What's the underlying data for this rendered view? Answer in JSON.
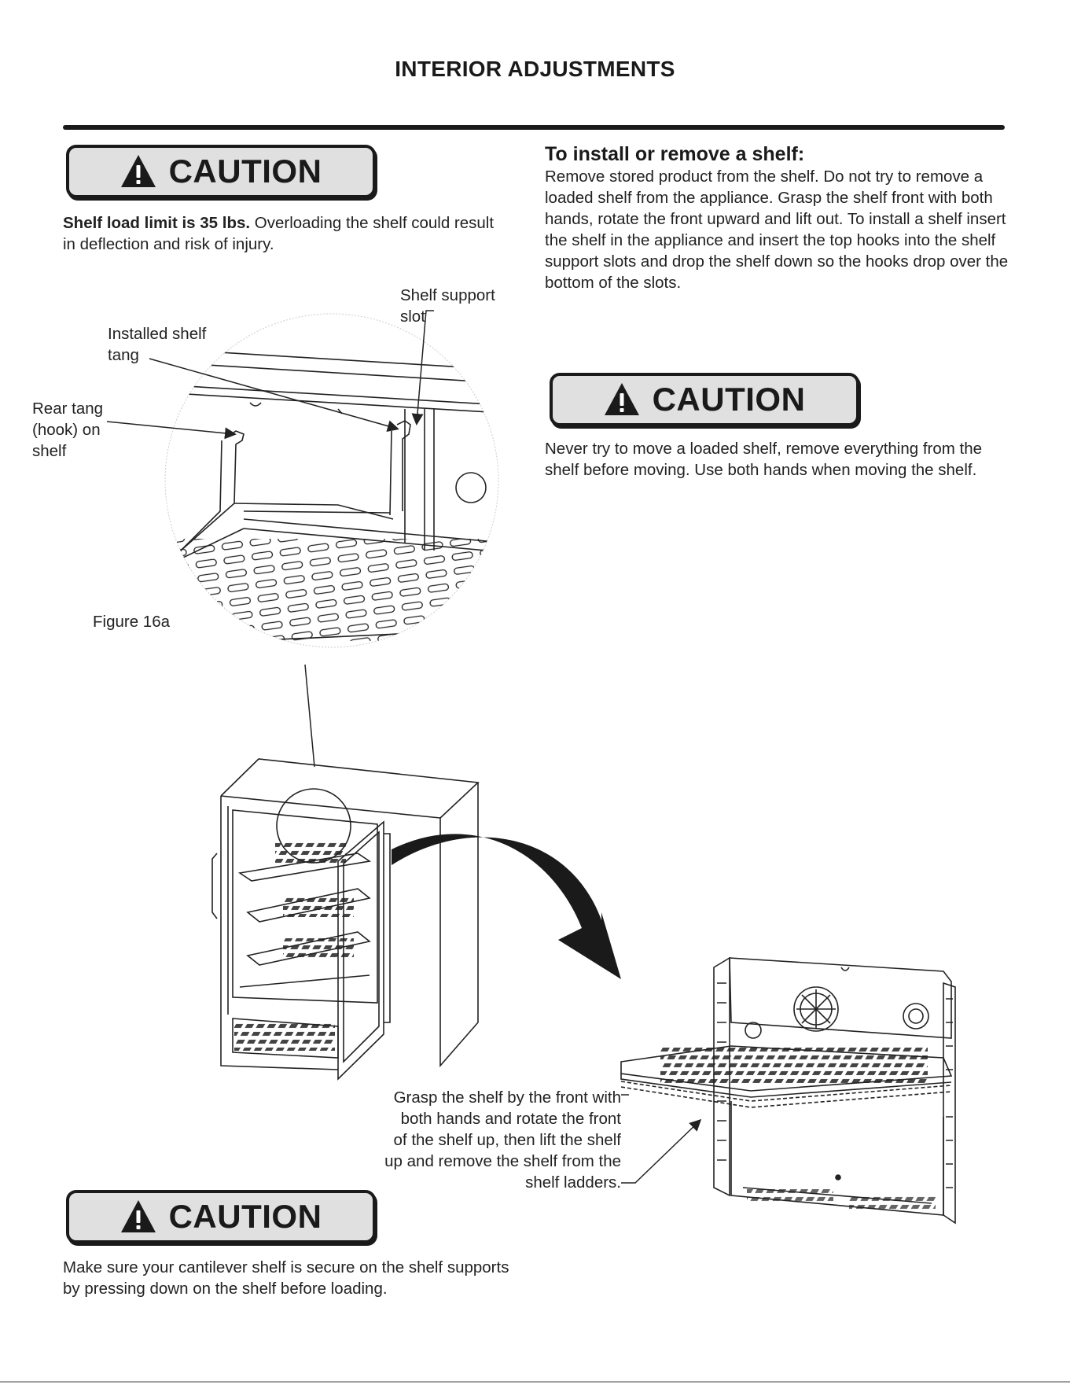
{
  "page_title": "INTERIOR ADJUSTMENTS",
  "caution_1": {
    "label": "CAUTION",
    "text_bold": "Shelf load limit is 35 lbs.",
    "text_rest": " Overloading the shelf could result in deflection and risk of injury."
  },
  "install": {
    "heading": "To install or remove a shelf:",
    "body": "Remove stored product from the shelf. Do not try to remove a loaded shelf from the appliance. Grasp the shelf front with both hands, rotate the front upward and lift out. To install a shelf insert the shelf in the appliance and insert the top hooks into the shelf support slots and drop the shelf down so the hooks drop over the bottom of the slots."
  },
  "caution_2": {
    "label": "CAUTION",
    "text": "Never try to move a loaded shelf, remove everything from the shelf before moving. Use both hands when moving the shelf."
  },
  "figure": {
    "callout_slot": [
      "Shelf support",
      "slot"
    ],
    "callout_installed": [
      "Installed shelf",
      "tang"
    ],
    "callout_rear": [
      "Rear tang",
      "(hook) on",
      "shelf"
    ],
    "label": "Figure 16a"
  },
  "grasp_instruction": [
    "Grasp the shelf by the front with",
    "both hands and rotate the front",
    "of the shelf up, then lift the shelf",
    "up and remove the shelf from the",
    "shelf ladders."
  ],
  "caution_3": {
    "label": "CAUTION",
    "text": "Make sure your cantilever shelf is secure on the shelf supports by pressing down on the shelf before loading."
  },
  "icons": {
    "warning": "warning-triangle-icon"
  },
  "colors": {
    "caution_fill": "#e0e0e0",
    "ink": "#1a1a1a"
  }
}
